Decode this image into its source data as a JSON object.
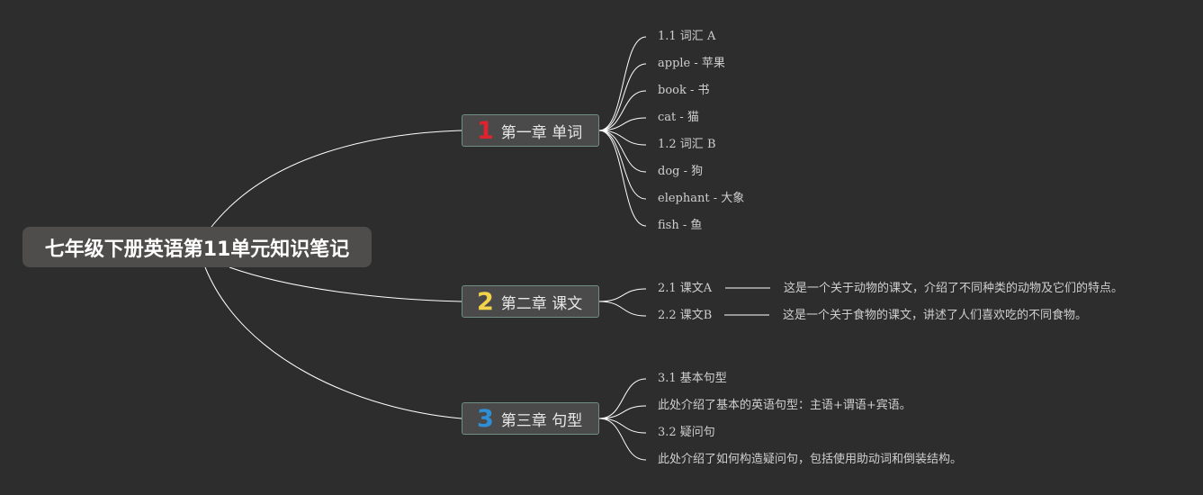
{
  "root": {
    "title": "七年级下册英语第11单元知识笔记"
  },
  "chapters": [
    {
      "num": "1",
      "num_color": "#e0242f",
      "title": "第一章 单词",
      "items": [
        "1.1 词汇 A",
        "apple - 苹果",
        "book - 书",
        "cat - 猫",
        "1.2 词汇 B",
        "dog - 狗",
        "elephant - 大象",
        "fish - 鱼"
      ]
    },
    {
      "num": "2",
      "num_color": "#f2d34a",
      "title": "第二章 课文",
      "items": [
        "2.1 课文A",
        "2.2 课文B"
      ],
      "descriptions": [
        "这是一个关于动物的课文，介绍了不同种类的动物及它们的特点。",
        "这是一个关于食物的课文，讲述了人们喜欢吃的不同食物。"
      ]
    },
    {
      "num": "3",
      "num_color": "#2f8fd6",
      "title": "第三章 句型",
      "items": [
        "3.1 基本句型",
        "此处介绍了基本的英语句型：主语+谓语+宾语。",
        "3.2 疑问句",
        "此处介绍了如何构造疑问句，包括使用助动词和倒装结构。"
      ]
    }
  ],
  "colors": {
    "background": "#2d2d2d",
    "line": "#ffffff",
    "text": "#cfcfcf"
  }
}
